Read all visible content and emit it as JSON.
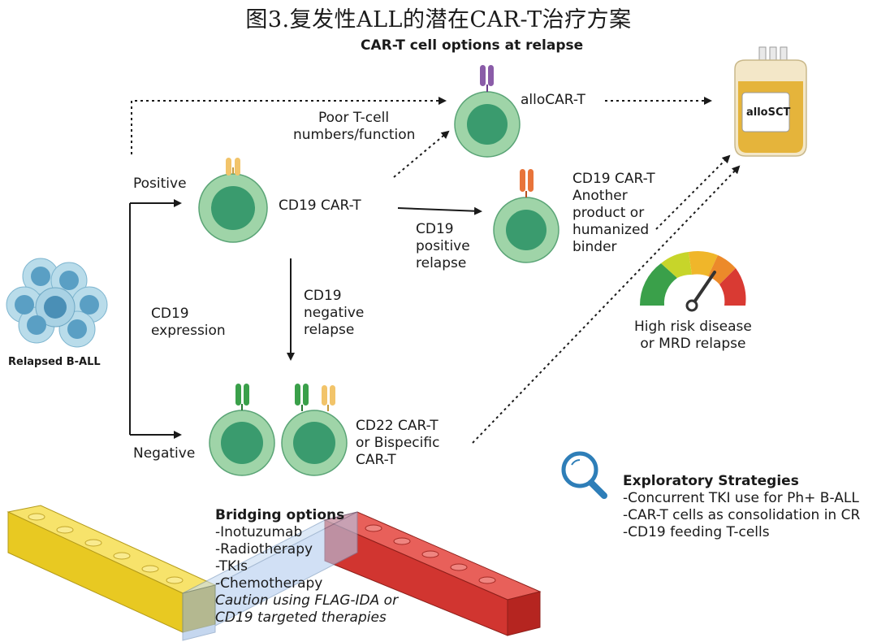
{
  "title": "图3.复发性ALL的潜在CAR-T治疗方案",
  "subtitle": "CAR-T cell options at relapse",
  "relapsed_label": "Relapsed B-ALL",
  "cd19_expression": [
    "CD19",
    "expression"
  ],
  "positive_label": "Positive",
  "negative_label": "Negative",
  "cd19_cart_label": "CD19 CAR-T",
  "poor_tcell": [
    "Poor T-cell",
    "numbers/function"
  ],
  "allocart_label": "alloCAR-T",
  "allosct_label": "alloSCT",
  "cd19_pos_relapse": [
    "CD19",
    "positive",
    "relapse"
  ],
  "cd19_alt": [
    "CD19 CAR-T",
    "Another",
    "product or",
    "humanized",
    "binder"
  ],
  "cd19_neg_relapse": [
    "CD19",
    "negative",
    "relapse"
  ],
  "cd22_label": [
    "CD22 CAR-T",
    "or Bispecific",
    "CAR-T"
  ],
  "high_risk": [
    "High risk disease",
    "or MRD relapse"
  ],
  "bridging": {
    "heading": "Bridging options",
    "items": [
      "-Inotuzumab",
      "-Radiotherapy",
      "-TKIs",
      "-Chemotherapy"
    ],
    "caution": [
      "Caution using FLAG-IDA or",
      "CD19 targeted therapies"
    ]
  },
  "exploratory": {
    "heading": "Exploratory Strategies",
    "items": [
      "-Concurrent TKI use for Ph+ B-ALL",
      "-CAR-T cells as consolidation in CR",
      "-CD19 feeding T-cells"
    ]
  },
  "colors": {
    "cell_outer": "#9fd4a8",
    "cell_inner": "#3a9b6e",
    "receptor_orange": "#f2c46a",
    "receptor_purple": "#8a5ca8",
    "receptor_coral": "#e8743a",
    "receptor_green": "#3aa04a",
    "blast_outer": "#a9d2e4",
    "blast_inner": "#5a9fc4",
    "bag": "#e5b43b",
    "brick_yellow": "#f0d53a",
    "brick_red": "#d93a33",
    "brick_blue": "#a8c4e8",
    "magnifier": "#2e7eb8"
  },
  "icons": [
    "magnifier-icon",
    "gauge-icon",
    "blood-bag-icon",
    "receptor-icon"
  ]
}
